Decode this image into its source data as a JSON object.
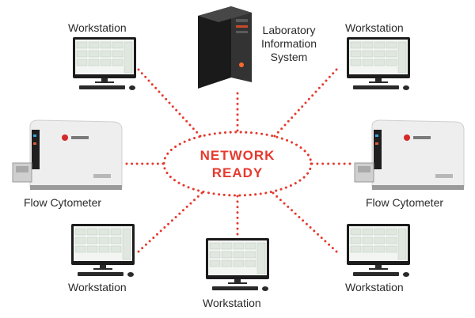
{
  "hub": {
    "line1": "NETWORK",
    "line2": "READY"
  },
  "labels": {
    "ws_top_left": "Workstation",
    "ws_top_right": "Workstation",
    "ws_bottom_left": "Workstation",
    "ws_bottom_center": "Workstation",
    "ws_bottom_right": "Workstation",
    "lis": "Laboratory Information System",
    "cytometer_left": "Flow Cytometer",
    "cytometer_right": "Flow Cytometer"
  },
  "colors": {
    "accent": "#e53a2e",
    "monitor": "#1c1c1c",
    "screen": "#f3f5f3",
    "cytometer_body": "#eeeeee",
    "server": "#1a1a1a"
  },
  "icons": {
    "workstation": "workstation-computer-icon",
    "server": "server-tower-icon",
    "cytometer": "flow-cytometer-instrument-icon"
  }
}
